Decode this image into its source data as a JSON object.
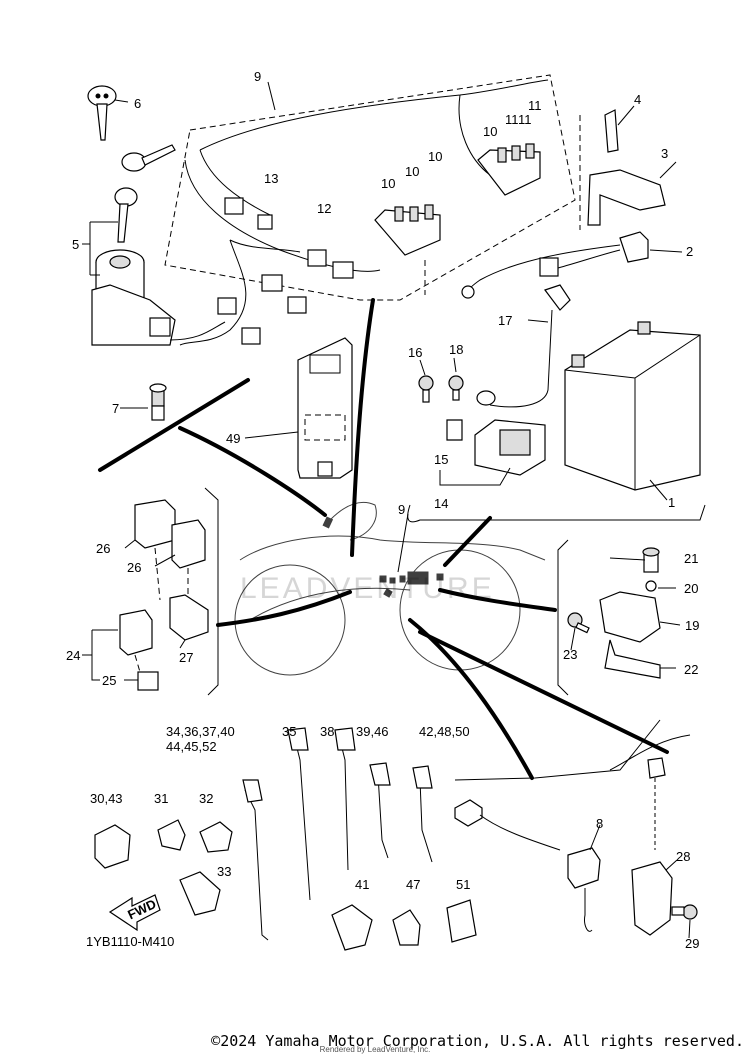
{
  "diagram": {
    "callouts": {
      "c1": "1",
      "c2": "2",
      "c3": "3",
      "c4": "4",
      "c5": "5",
      "c6": "6",
      "c7": "7",
      "c8": "8",
      "c9a": "9",
      "c9b": "9",
      "c10a": "10",
      "c10b": "10",
      "c10c": "10",
      "c10d": "10",
      "c11a": "11",
      "c11b": "11",
      "c11c": "11",
      "c12": "12",
      "c13": "13",
      "c14": "14",
      "c15": "15",
      "c16": "16",
      "c17": "17",
      "c18": "18",
      "c19": "19",
      "c20": "20",
      "c21": "21",
      "c22": "22",
      "c23": "23",
      "c24": "24",
      "c25": "25",
      "c26a": "26",
      "c26b": "26",
      "c27": "27",
      "c28": "28",
      "c29": "29",
      "c30_43": "30,43",
      "c31": "31",
      "c32": "32",
      "c33": "33",
      "c34_40": "34,36,37,40",
      "c44_52": "44,45,52",
      "c35": "35",
      "c38": "38",
      "c39_46": "39,46",
      "c42_48_50": "42,48,50",
      "c41": "41",
      "c47": "47",
      "c49": "49",
      "c51": "51"
    },
    "fwd_label": "FWD",
    "diagram_code": "1YB1110-M410",
    "watermark": "LEADVENTURE"
  },
  "footer": {
    "copyright": "©2024 Yamaha Motor Corporation, U.S.A. All rights reserved.",
    "rendered_by": "Rendered by LeadVenture, Inc."
  }
}
